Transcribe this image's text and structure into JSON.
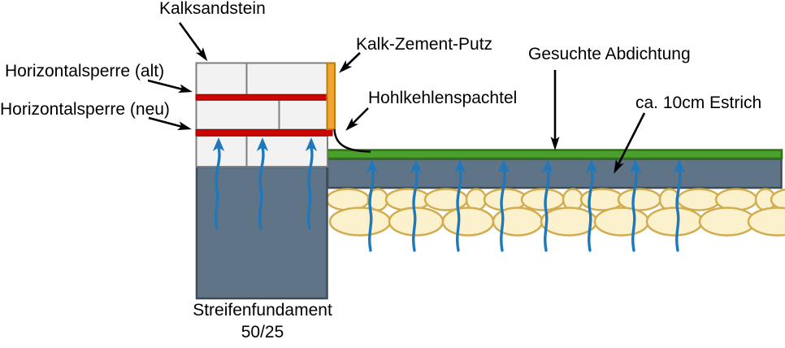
{
  "diagram": {
    "type": "construction-cross-section",
    "labels": {
      "kalksandstein": "Kalksandstein",
      "horizontalsperre_alt": "Horizontalsperre (alt)",
      "horizontalsperre_neu": "Horizontalsperre (neu)",
      "kalk_zement_putz": "Kalk-Zement-Putz",
      "hohlkehlenspachtel": "Hohlkehlenspachtel",
      "gesuchte_abdichtung": "Gesuchte Abdichtung",
      "estrich": "ca. 10cm Estrich",
      "fundament_line1": "Streifenfundament",
      "fundament_line2": "50/25"
    },
    "colors": {
      "brick_fill": "#f2f2f2",
      "brick_border": "#7f7f7f",
      "barrier_red": "#cc0505",
      "barrier_red_border": "#960000",
      "plaster_orange_fill": "#f2a430",
      "plaster_orange_border": "#bb7d11",
      "sealing_green_fill": "#4aa02c",
      "sealing_green_border": "#2f7214",
      "concrete_fill": "#5f7487",
      "concrete_border": "#3e4c59",
      "moisture_blue": "#1e78bb",
      "gravel_fill": "#fbf1cd",
      "gravel_border": "#d2ad50",
      "arrow_black": "#000000",
      "text_color": "#000000"
    }
  }
}
